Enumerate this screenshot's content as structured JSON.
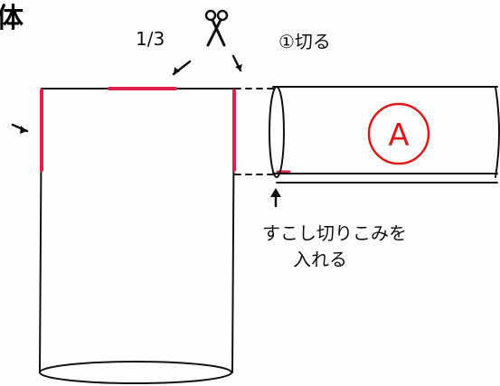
{
  "title": "体",
  "labels": {
    "fraction": "1/3",
    "step_cut": "①切る",
    "cylinder_label": "A",
    "note_line1": "すこし切りこみを",
    "note_line2": "入れる"
  },
  "icons": [
    "scissors-icon",
    "arrow-icon"
  ],
  "colors": {
    "ink": "#111111",
    "cut_mark": "#e0204a",
    "label_a": "#e01818"
  }
}
